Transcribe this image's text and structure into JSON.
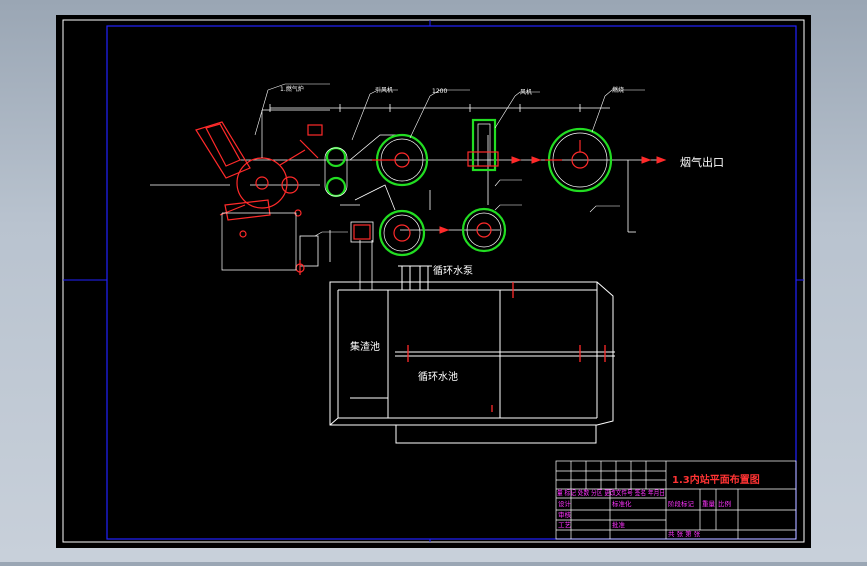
{
  "drawing": {
    "background_color": "#000000",
    "line_color": "#ffffff",
    "equipment_color": "#ff2a2a",
    "circle_color": "#22dd22",
    "label_color": "#ffffff",
    "title_color": "#ff3333",
    "magenta_text_color": "#ff33ff",
    "border_color": "#2222ff"
  },
  "labels": {
    "flue_gas_outlet": "烟气出口",
    "circulating_pump": "循环水泵",
    "sedimentation_pool": "集渣池",
    "circulating_pool": "循环水池"
  },
  "title_block": {
    "title": "1.3内站平面布置图",
    "row_a": "量 标记 处数 分区 更改文件号 签名 年月日",
    "design": "设计",
    "standardize": "标准化",
    "review": "审核",
    "process": "工艺",
    "approve": "批准",
    "stage_mark": "阶段标记",
    "weight": "重量",
    "scale": "比例",
    "sheet": "共 张 第 张"
  }
}
